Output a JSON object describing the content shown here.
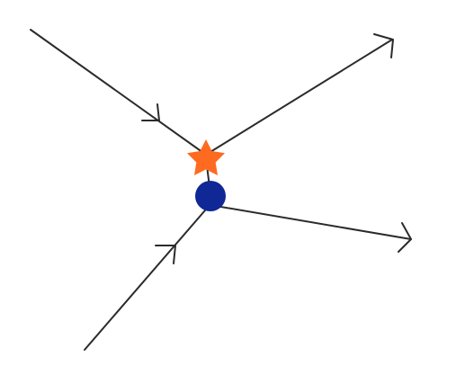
{
  "diagram": {
    "colors": {
      "line": "#2b2b2b",
      "star_vertex": "#ff6a21",
      "circle_vertex": "#0f2896",
      "background": "#ffffff"
    },
    "vertices": [
      {
        "id": "star",
        "shape": "star"
      },
      {
        "id": "circle",
        "shape": "circle"
      }
    ],
    "edges": [
      {
        "id": "in-top-left",
        "arrow": "incoming"
      },
      {
        "id": "out-top-right",
        "arrow": "outgoing"
      },
      {
        "id": "out-right",
        "arrow": "outgoing"
      },
      {
        "id": "in-bottom-left",
        "arrow": "incoming"
      },
      {
        "id": "propagator",
        "arrow": "none"
      }
    ]
  }
}
